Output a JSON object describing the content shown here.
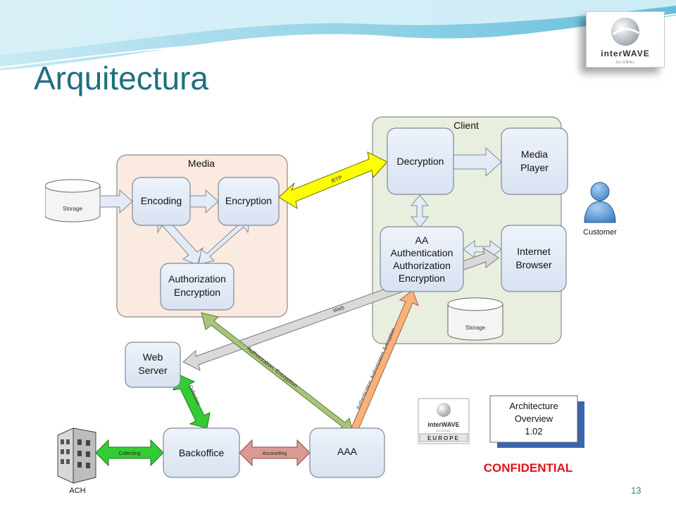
{
  "slide": {
    "title": "Arquitectura",
    "page_number": "13",
    "logo_top": {
      "brand": "interWAVE",
      "sub": "G L O B A L"
    }
  },
  "colors": {
    "title": "#1f6f7f",
    "media_group": "#fbeadf",
    "client_group": "#e9efdf",
    "node_fill": "#e3ebf6",
    "rtp_arrow": "#ffff00",
    "web_arrow": "#d9d9d9",
    "auth_enc_arrow": "#a8c47a",
    "auth_arrow": "#f7b17a",
    "green_arrow": "#33cc33",
    "accounting_arrow": "#d99a94",
    "confidential": "#e0141e"
  },
  "diagram": {
    "groups": {
      "media": "Media",
      "client": "Client"
    },
    "nodes": {
      "encoding": "Encoding",
      "encryption": "Encryption",
      "auth_enc": [
        "Authorization",
        "Encryption"
      ],
      "decryption": "Decryption",
      "media_player": [
        "Media",
        "Player"
      ],
      "aa": [
        "AA",
        "Authentication",
        "Authorization",
        "Encryption"
      ],
      "internet_browser": [
        "Internet",
        "Browser"
      ],
      "web_server": [
        "Web",
        "Server"
      ],
      "backoffice": "Backoffice",
      "aaa": "AAA"
    },
    "storage": {
      "media_storage": "Storage",
      "client_storage": "Storage"
    },
    "actors": {
      "customer": "Customer",
      "ach": "ACH"
    },
    "arrow_labels": {
      "rtp": "RTP",
      "web": "Web",
      "auth_enc": "Authorization, Encryption",
      "aaa_client": "Authentication, Authorization, Encryption",
      "collection": "Collection",
      "collecting": "Collecting",
      "accounting": "Accounting"
    },
    "europe_logo": {
      "brand": "interWAVE",
      "sub": "G L O B A L",
      "region": "EUROPE"
    },
    "doc_box": [
      "Architecture",
      "Overview",
      "1.02"
    ],
    "confidential": "CONFIDENTIAL"
  }
}
